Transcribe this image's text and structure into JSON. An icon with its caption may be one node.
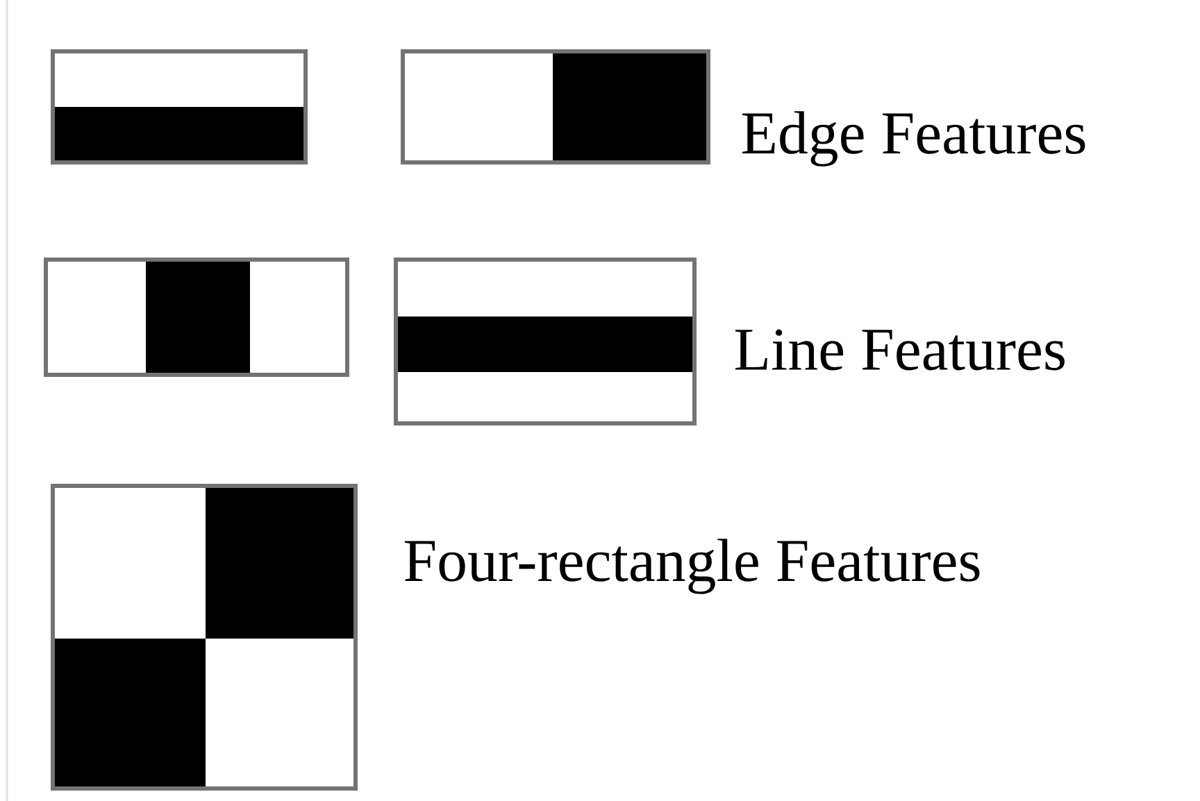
{
  "diagram": {
    "labels": [
      "Edge Features",
      "Line Features",
      "Four-rectangle Features"
    ]
  }
}
